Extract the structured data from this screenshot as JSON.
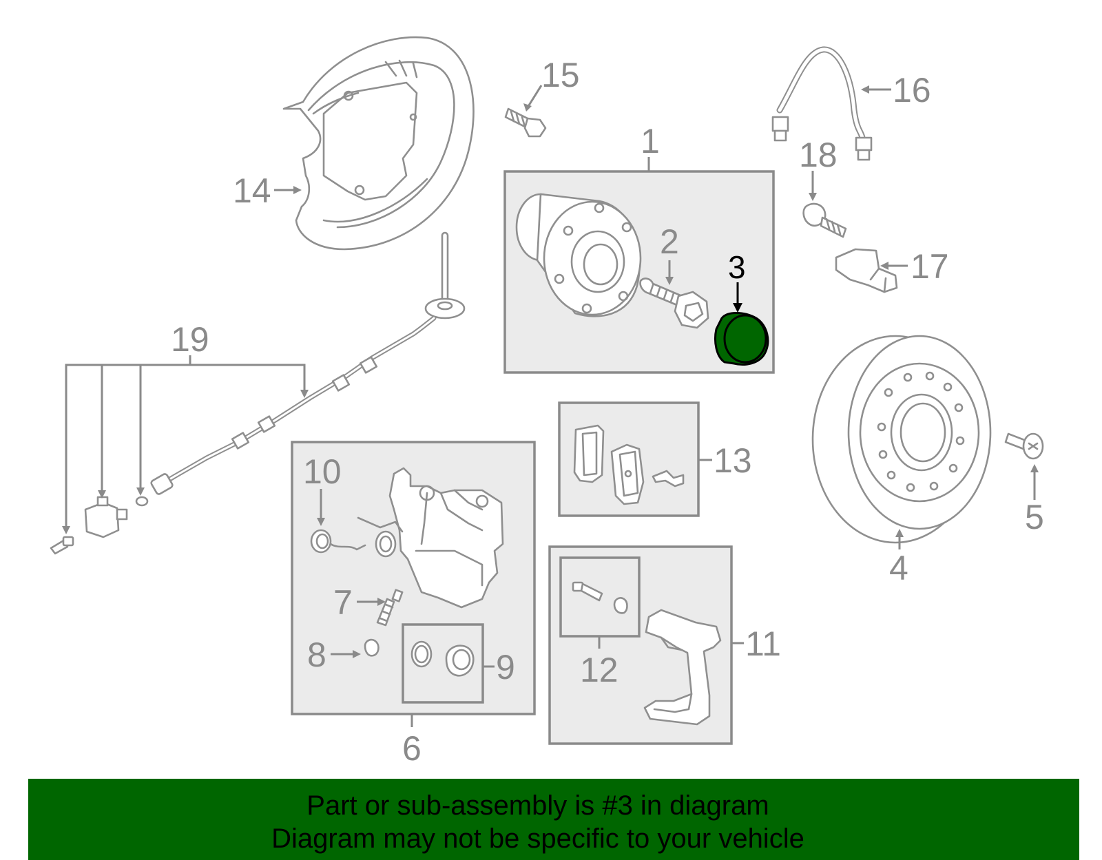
{
  "diagram": {
    "highlight_color": "#006600",
    "highlighted_callout": "3",
    "callouts": [
      {
        "id": "1",
        "label": "1"
      },
      {
        "id": "2",
        "label": "2"
      },
      {
        "id": "3",
        "label": "3"
      },
      {
        "id": "4",
        "label": "4"
      },
      {
        "id": "5",
        "label": "5"
      },
      {
        "id": "6",
        "label": "6"
      },
      {
        "id": "7",
        "label": "7"
      },
      {
        "id": "8",
        "label": "8"
      },
      {
        "id": "9",
        "label": "9"
      },
      {
        "id": "10",
        "label": "10"
      },
      {
        "id": "11",
        "label": "11"
      },
      {
        "id": "12",
        "label": "12"
      },
      {
        "id": "13",
        "label": "13"
      },
      {
        "id": "14",
        "label": "14"
      },
      {
        "id": "15",
        "label": "15"
      },
      {
        "id": "16",
        "label": "16"
      },
      {
        "id": "17",
        "label": "17"
      },
      {
        "id": "18",
        "label": "18"
      },
      {
        "id": "19",
        "label": "19"
      }
    ]
  },
  "banner": {
    "background_color": "#006600",
    "line1": "Part or sub-assembly is #3 in diagram",
    "line2": "Diagram may not be specific to your vehicle"
  }
}
